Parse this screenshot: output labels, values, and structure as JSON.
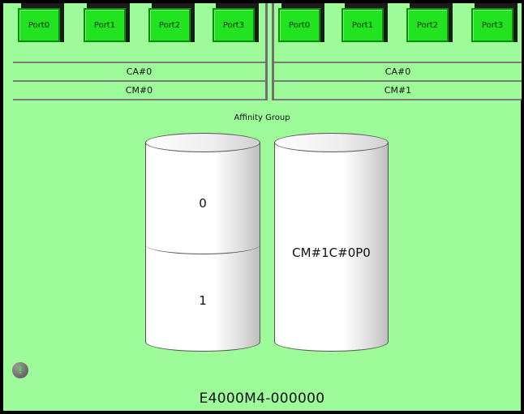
{
  "controllers": [
    {
      "ports": [
        "Port0",
        "Port1",
        "Port2",
        "Port3"
      ],
      "ca": "CA#0",
      "cm": "CM#0"
    },
    {
      "ports": [
        "Port0",
        "Port1",
        "Port2",
        "Port3"
      ],
      "ca": "CA#0",
      "cm": "CM#1"
    }
  ],
  "affinity_group": {
    "label": "Affinity Group",
    "volumes": [
      "0",
      "1"
    ],
    "cache_volume": "CM#1C#0P0"
  },
  "info_icon": "info-icon",
  "device_name": "E4000M4-000000",
  "colors": {
    "background": "#9dfb9a",
    "port": "#22e31f",
    "frame": "#000000"
  }
}
